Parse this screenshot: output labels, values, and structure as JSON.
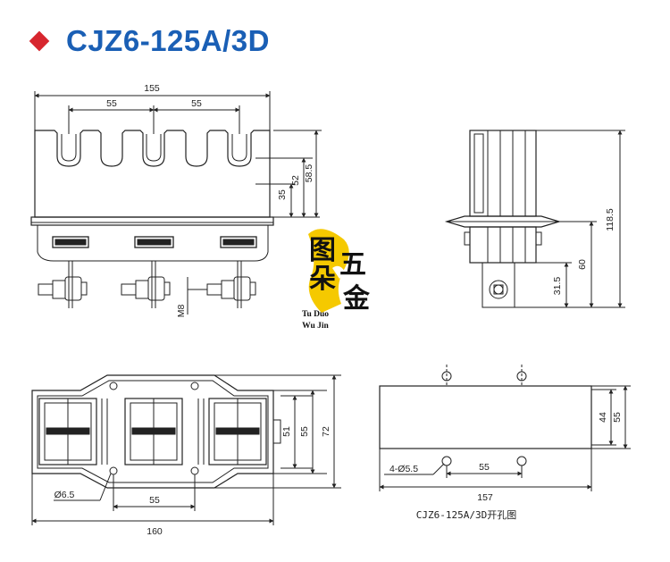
{
  "title": "CJZ6-125A/3D",
  "accent_color": "#d7262e",
  "title_color": "#1a5fb5",
  "front_view": {
    "width_dim": "155",
    "pitch_left": "55",
    "pitch_right": "55",
    "height_35": "35",
    "height_52": "52",
    "height_58": "58.5",
    "screw_label": "M8"
  },
  "side_view": {
    "height_total": "118.5",
    "height_60": "60",
    "height_31": "31.5"
  },
  "top_view": {
    "hole_dia": "Ø6.5",
    "pitch": "55",
    "total_width": "160",
    "h51": "51",
    "h55": "55",
    "h72": "72"
  },
  "cutout_view": {
    "holes": "4-Ø5.5",
    "pitch": "55",
    "length": "157",
    "h44": "44",
    "h55": "55",
    "caption": "CJZ6-125A/3D开孔图"
  },
  "watermark": {
    "char1": "图",
    "char2": "朵",
    "char3": "五",
    "char4": "金",
    "line1": "Tu Duo",
    "line2": "Wu Jin"
  }
}
